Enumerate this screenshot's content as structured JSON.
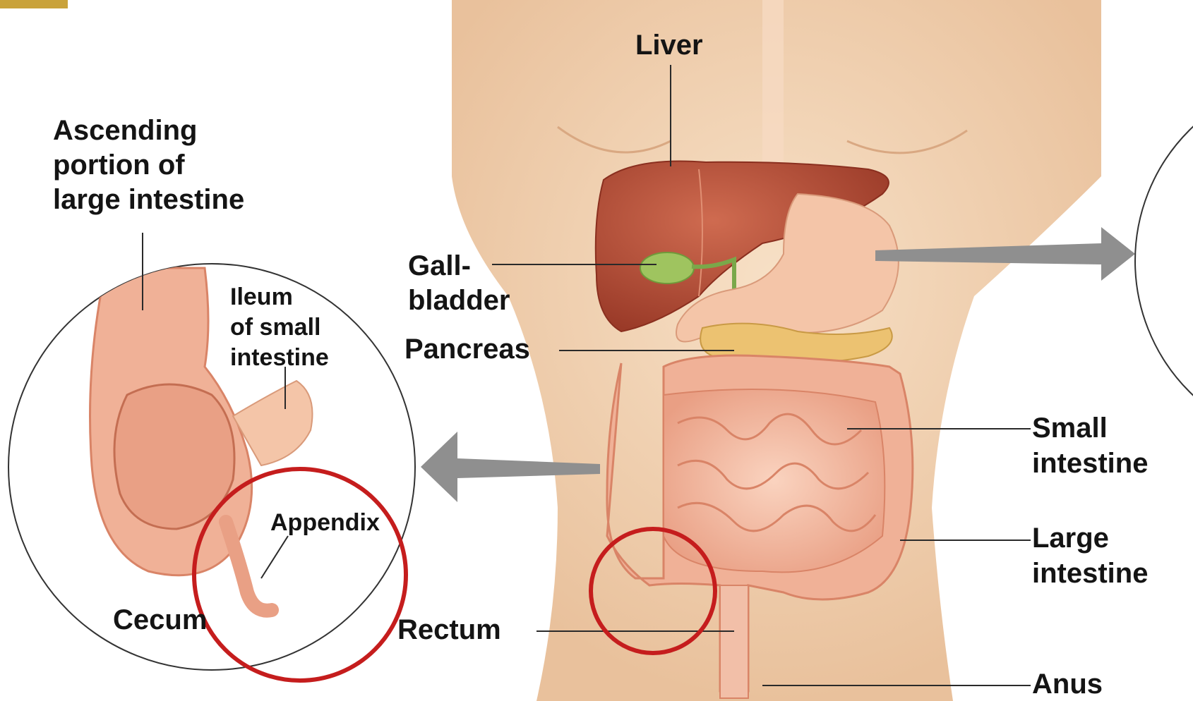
{
  "labels": {
    "liver": "Liver",
    "gall_1": "Gall-",
    "gall_2": "bladder",
    "pancreas": "Pancreas",
    "small_int_1": "Small",
    "small_int_2": "intestine",
    "large_int_1": "Large",
    "large_int_2": "intestine",
    "rectum": "Rectum",
    "anus": "Anus",
    "ascending_1": "Ascending",
    "ascending_2": "portion of",
    "ascending_3": "large intestine",
    "ileum_1": "Ileum",
    "ileum_2": "of small",
    "ileum_3": "intestine",
    "appendix": "Appendix",
    "cecum": "Cecum"
  },
  "colors": {
    "skin": "#f2d3b3",
    "skin_shade": "#e4b88f",
    "liver": "#b54a36",
    "gallbladder": "#9fc45f",
    "pancreas": "#ecc271",
    "stomach": "#f4c5a8",
    "intestine": "#f2b49a",
    "intestine_dark": "#d98467",
    "arrow": "#8f8f8f",
    "highlight": "#c51d1d",
    "corner_tab": "#c9a23a"
  }
}
